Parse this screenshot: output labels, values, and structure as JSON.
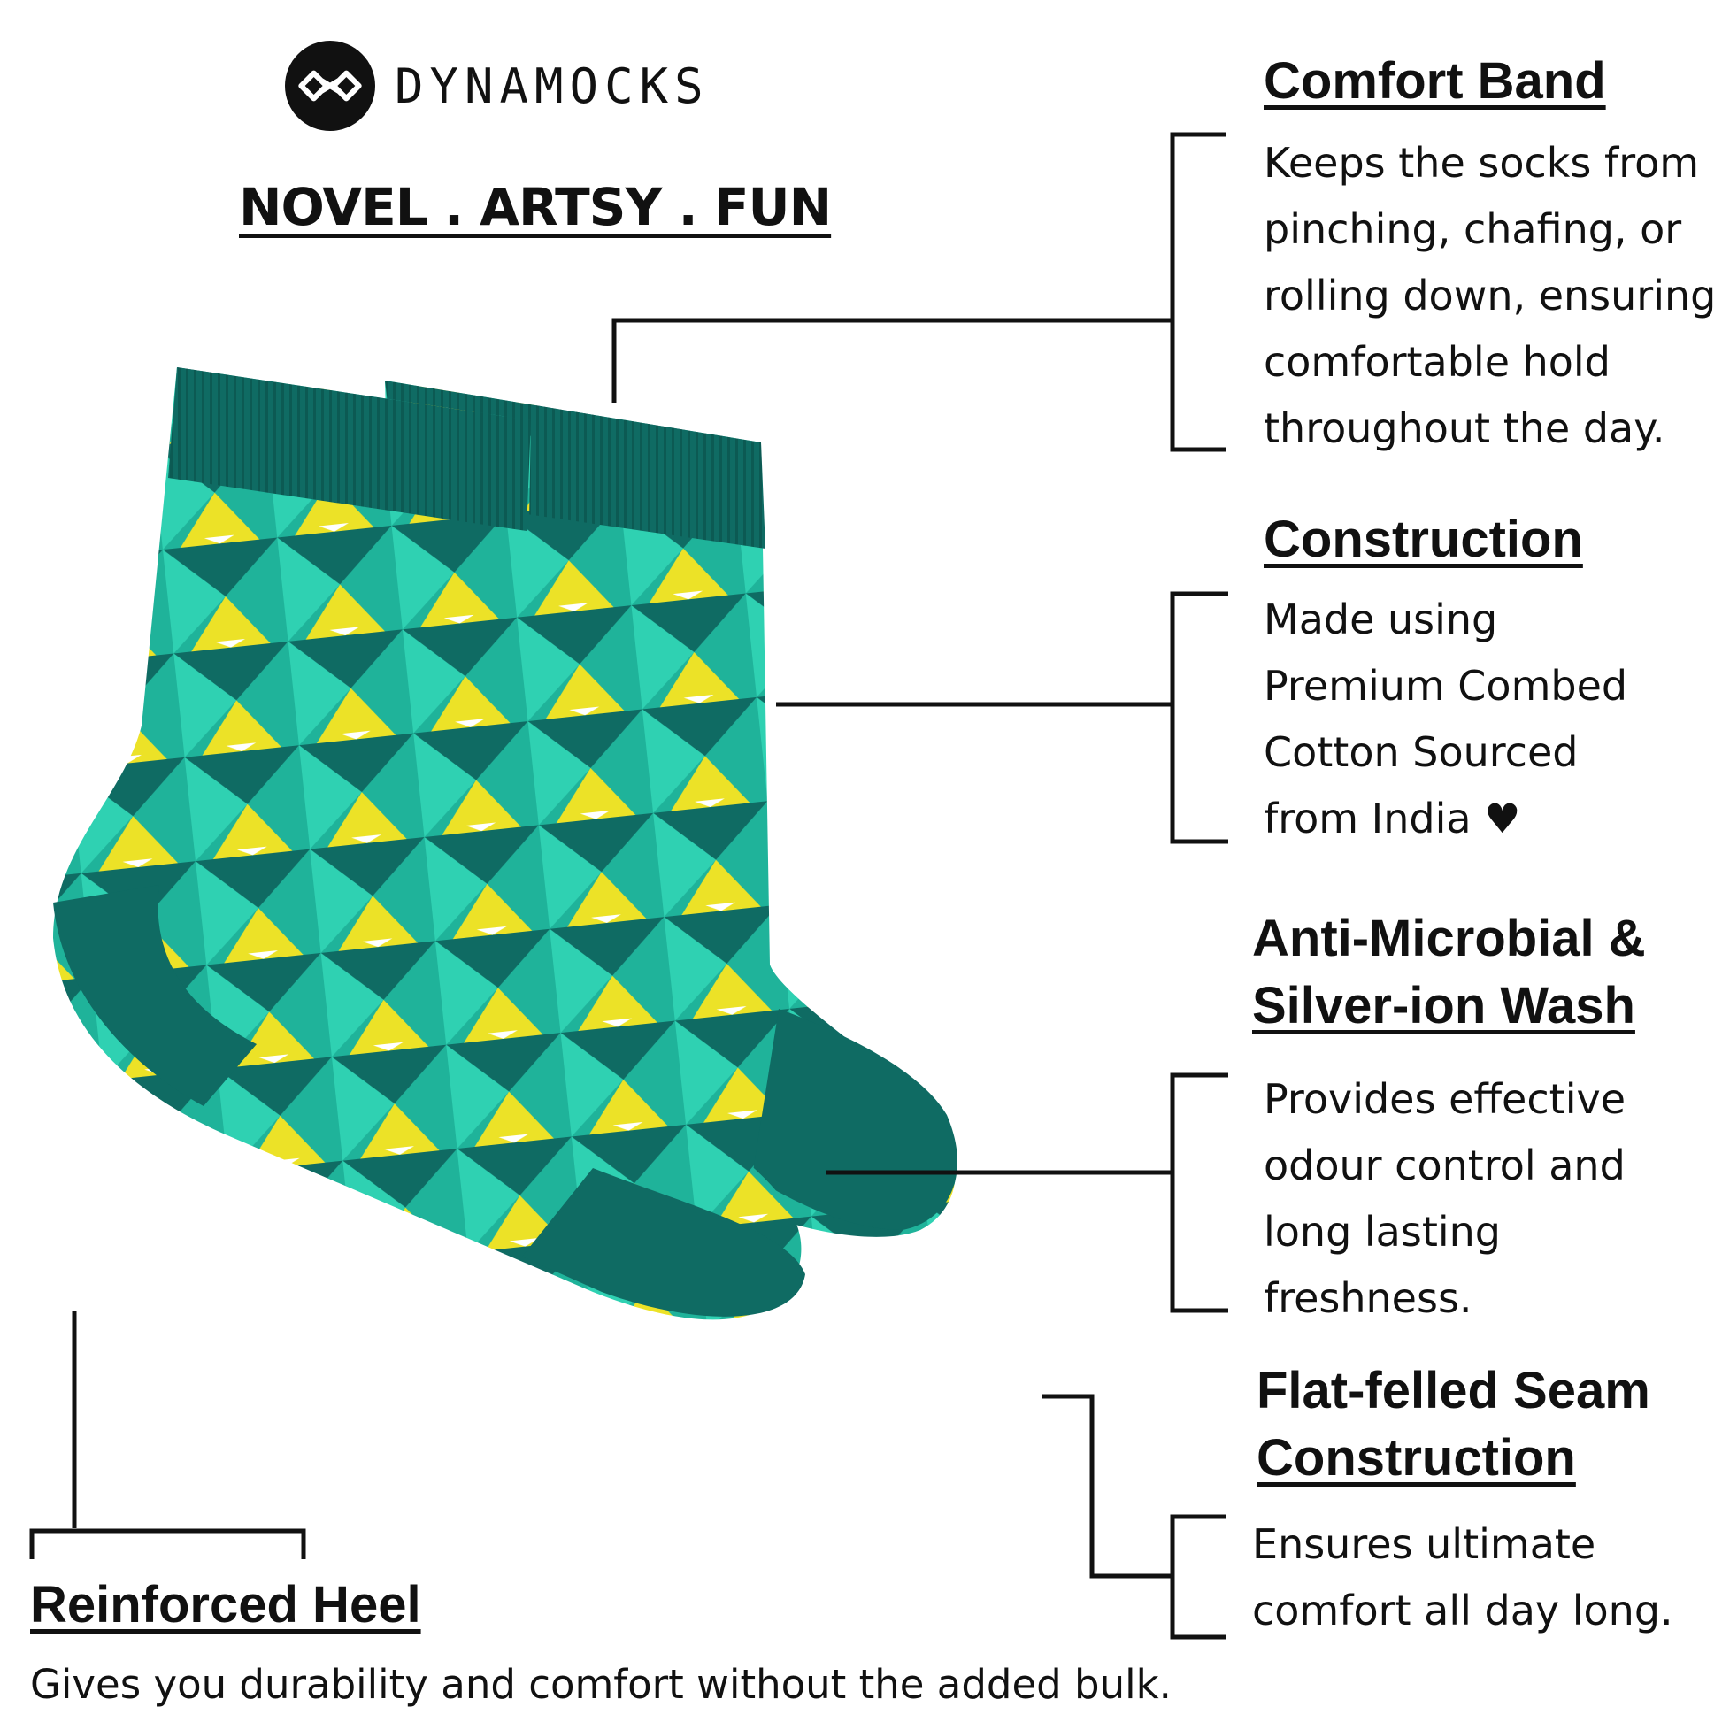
{
  "brand": {
    "name": "DYNAMOCKS",
    "logo_icon": "infinity-logo-icon"
  },
  "tagline": "NOVEL . ARTSY . FUN",
  "features": {
    "comfort_band": {
      "title": "Comfort Band",
      "lines": [
        "Keeps the socks from",
        "pinching, chafing, or",
        "rolling down, ensuring",
        "comfortable hold",
        "throughout the day."
      ]
    },
    "construction": {
      "title": "Construction",
      "lines": [
        "Made using",
        "Premium Combed",
        "Cotton Sourced",
        "from India ♥"
      ]
    },
    "antimicrobial": {
      "title_lines": [
        "Anti-Microbial &",
        "Silver-ion Wash"
      ],
      "lines": [
        "Provides effective",
        "odour control and",
        "long lasting",
        "freshness."
      ]
    },
    "seam": {
      "title_lines": [
        "Flat-felled Seam",
        "Construction"
      ],
      "lines": [
        "Ensures ultimate",
        "comfort all day long."
      ]
    },
    "heel": {
      "title": "Reinforced Heel",
      "description": "Gives you durability and comfort without the added bulk."
    }
  },
  "colors": {
    "sock_dark": "#0f6b63",
    "sock_teal": "#1fb39a",
    "sock_mint": "#2fd1b2",
    "sock_yellow": "#ece227",
    "text": "#111111",
    "line": "#111111"
  }
}
